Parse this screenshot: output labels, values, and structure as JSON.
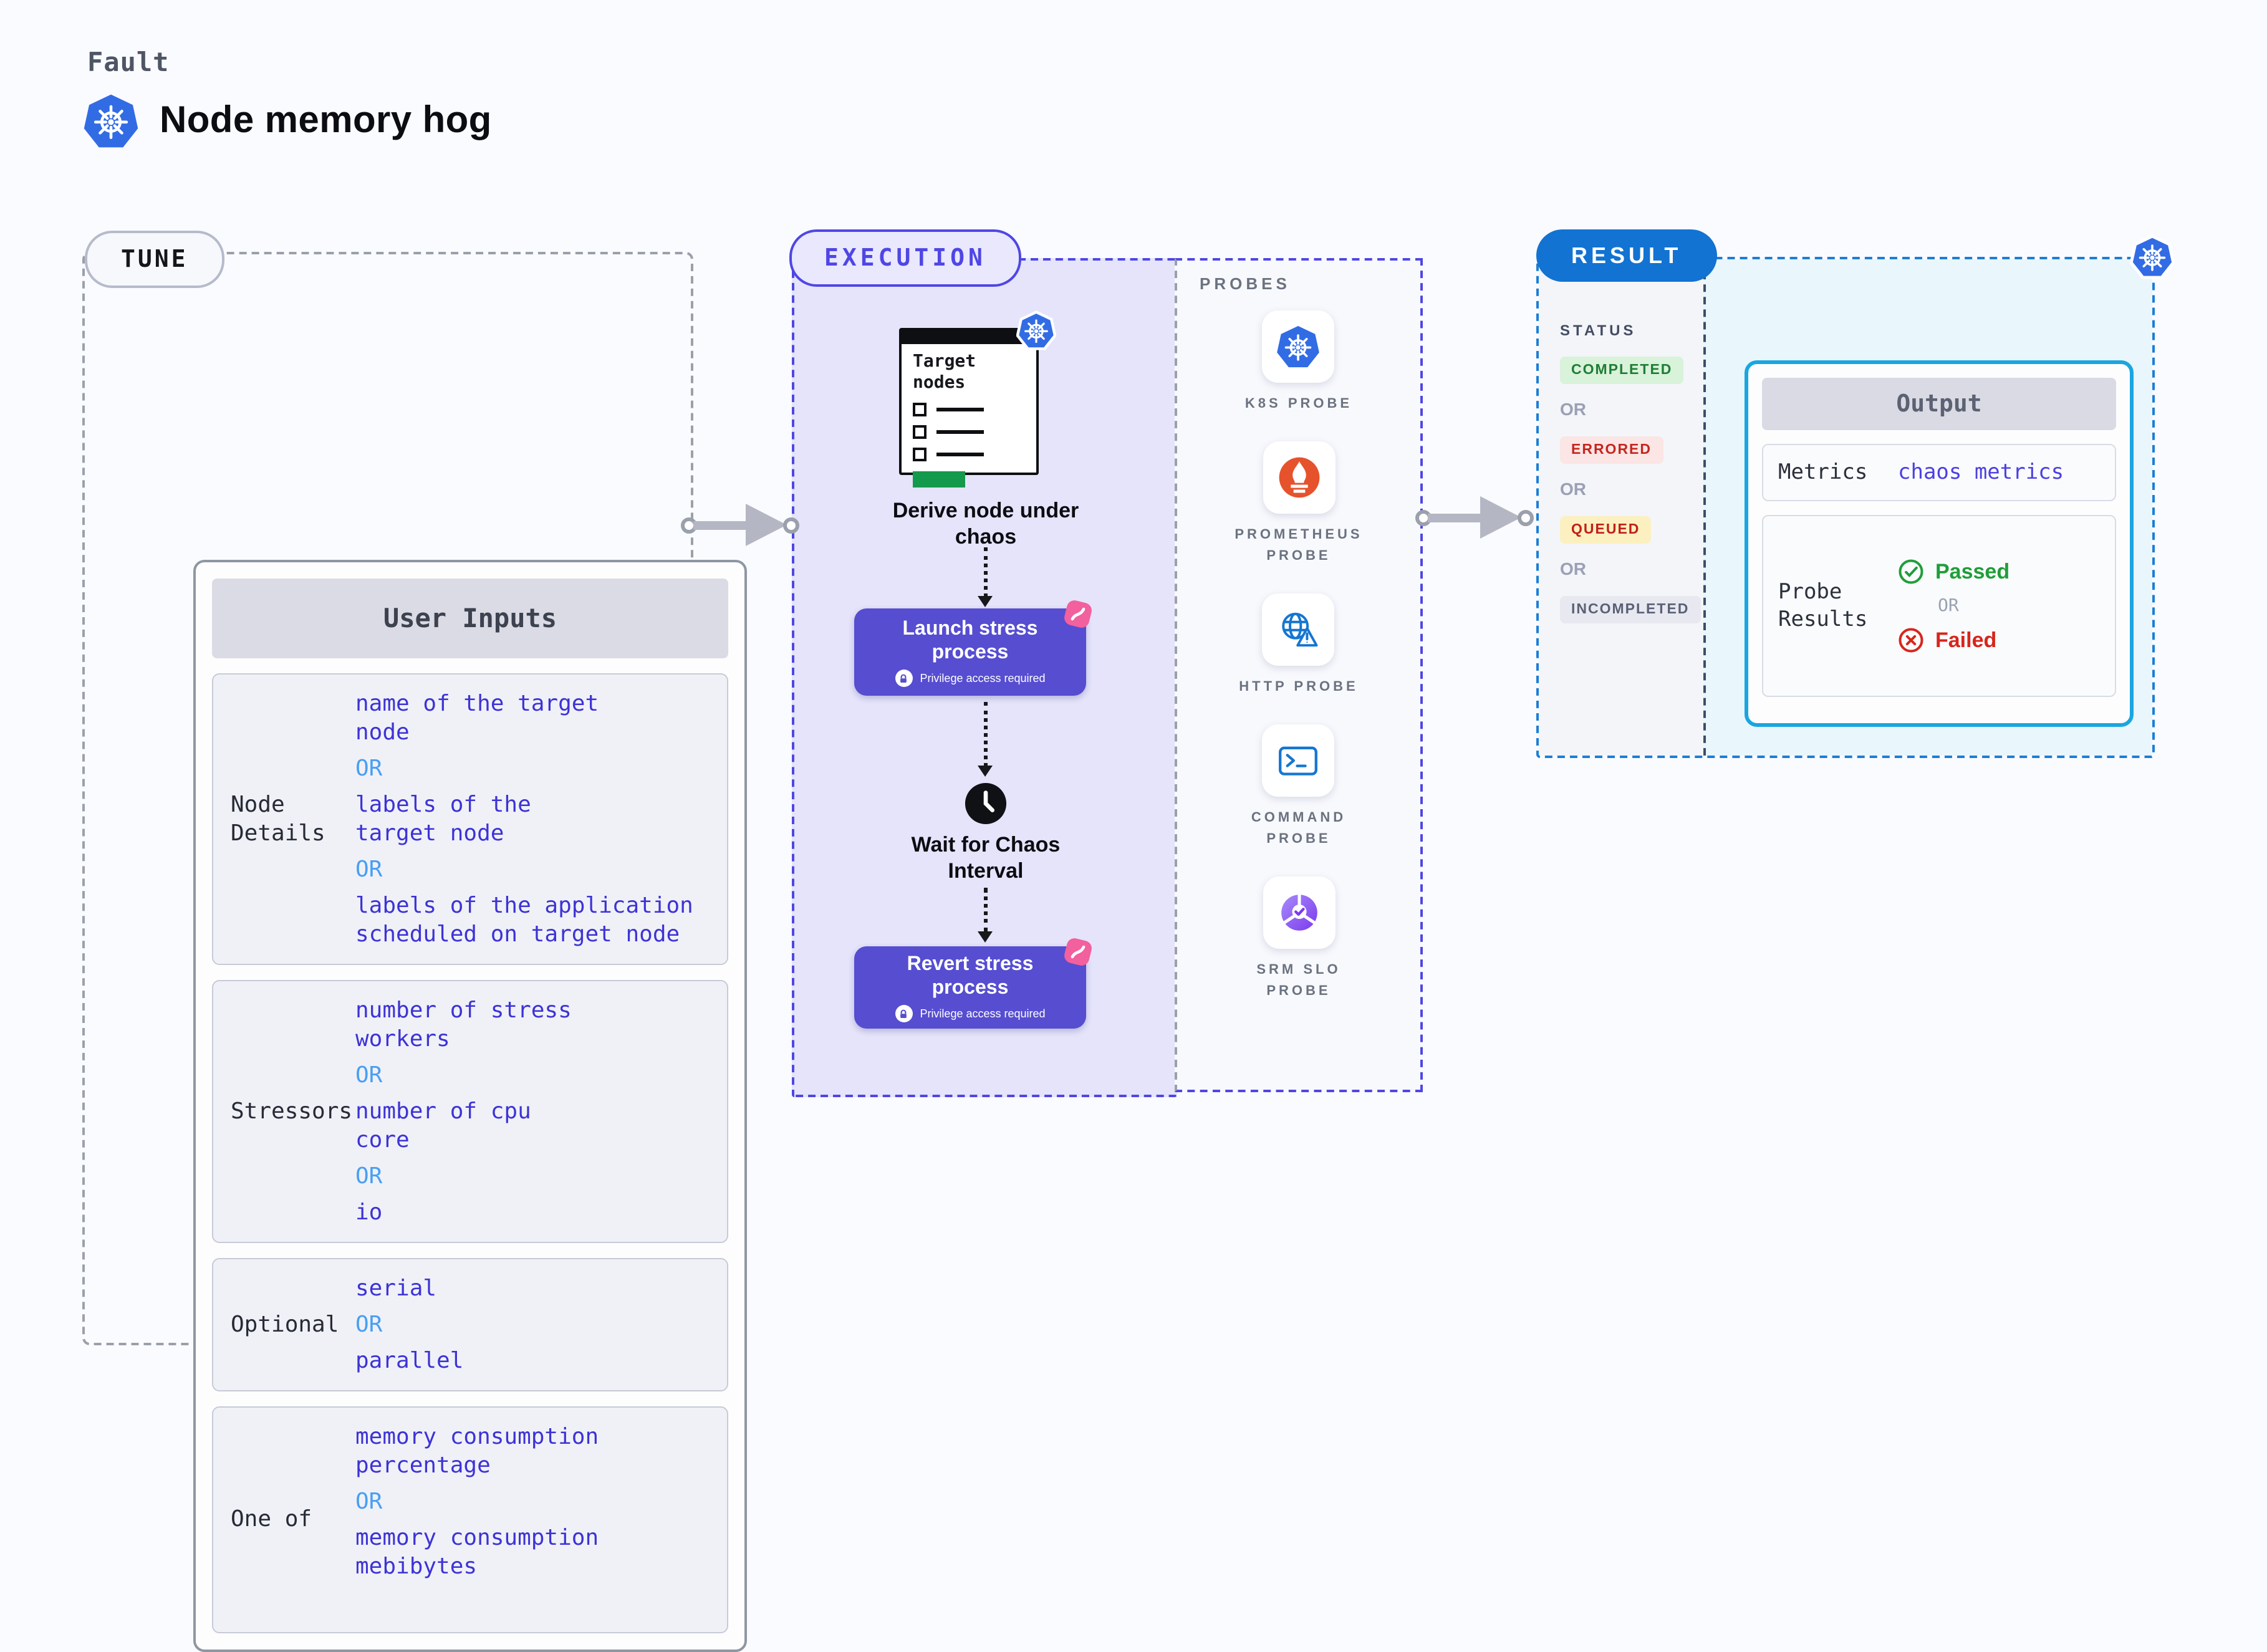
{
  "header": {
    "eyebrow": "Fault",
    "title": "Node memory hog"
  },
  "tune": {
    "badge": "TUNE",
    "table_title": "User Inputs",
    "or_label": "OR",
    "rows": [
      {
        "label": "Node Details",
        "options": [
          "name of the target\nnode",
          "labels of the\ntarget node",
          "labels of the application\nscheduled on target node"
        ]
      },
      {
        "label": "Stressors",
        "options": [
          "number of stress\nworkers",
          "number of cpu\ncore",
          "io"
        ]
      },
      {
        "label": "Optional",
        "options": [
          "serial",
          "parallel"
        ]
      },
      {
        "label": "One of",
        "options": [
          "memory consumption\npercentage",
          "memory consumption\nmebibytes"
        ]
      }
    ]
  },
  "execution": {
    "badge": "EXECUTION",
    "target_card_title": "Target\nnodes",
    "derive_label": "Derive node under\nchaos",
    "launch_label": "Launch stress\nprocess",
    "wait_label": "Wait for Chaos\nInterval",
    "revert_label": "Revert stress\nprocess",
    "privilege_note": "Privilege access required"
  },
  "probes": {
    "title": "PROBES",
    "items": [
      {
        "label": "K8S PROBE",
        "icon": "kubernetes-icon"
      },
      {
        "label": "PROMETHEUS\nPROBE",
        "icon": "prometheus-icon"
      },
      {
        "label": "HTTP PROBE",
        "icon": "globe-alert-icon"
      },
      {
        "label": "COMMAND\nPROBE",
        "icon": "terminal-icon"
      },
      {
        "label": "SRM SLO\nPROBE",
        "icon": "slo-check-icon"
      }
    ]
  },
  "result": {
    "badge": "RESULT",
    "status_title": "STATUS",
    "or_label": "OR",
    "statuses": [
      {
        "label": "COMPLETED",
        "fg": "#1e7e34",
        "bg": "#d9f2da"
      },
      {
        "label": "ERRORED",
        "fg": "#c4271e",
        "bg": "#fbe5e5"
      },
      {
        "label": "QUEUED",
        "fg": "#c02018",
        "bg": "#fcf0c0"
      },
      {
        "label": "INCOMPLETED",
        "fg": "#5a6076",
        "bg": "#e8e9f0"
      }
    ],
    "output": {
      "title": "Output",
      "metrics_label": "Metrics",
      "metrics_value": "chaos metrics",
      "probe_results_label": "Probe\nResults",
      "passed": "Passed",
      "or_label": "OR",
      "failed": "Failed"
    }
  },
  "colors": {
    "accent_indigo": "#4f46e5",
    "value_text_blue": "#3d33d6",
    "or_light_blue": "#4a9ff2",
    "result_badge_blue": "#1273d2",
    "result_dash_blue": "#1c7ed6",
    "output_border_cyan": "#1aa6e0",
    "passed_green": "#1f9e38",
    "failed_red": "#d7251c",
    "button_purple": "#564dd1",
    "kubernetes_blue": "#326ce5",
    "prometheus_orange": "#e6522c",
    "pink_badge": "#f2609e"
  }
}
